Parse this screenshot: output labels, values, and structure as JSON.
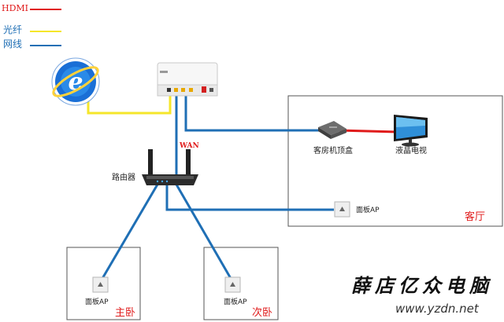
{
  "legend": [
    {
      "label": "HDMI",
      "color": "#e01b1b"
    },
    {
      "label": "光纤",
      "color": "#f5e62a"
    },
    {
      "label": "网线",
      "color": "#1f6fb5"
    }
  ],
  "devices": {
    "router_label": "路由器",
    "wan_label": "WAN",
    "stb_label": "客房机顶盒",
    "tv_label": "液晶电视",
    "ap_living": "面板AP",
    "ap_master": "面板AP",
    "ap_second": "面板AP"
  },
  "rooms": {
    "living": "客厅",
    "master": "主卧",
    "second": "次卧"
  },
  "watermark": {
    "brand": "薛店亿众电脑",
    "url": "www.yzdn.net"
  },
  "colors": {
    "hdmi": "#e01b1b",
    "fiber": "#f5e62a",
    "ethernet": "#1f6fb5",
    "ie_blue": "#1a6fd6"
  },
  "icons": [
    "ie-browser-icon",
    "optical-modem-icon",
    "router-icon",
    "set-top-box-icon",
    "tv-monitor-icon",
    "panel-ap-icon"
  ]
}
